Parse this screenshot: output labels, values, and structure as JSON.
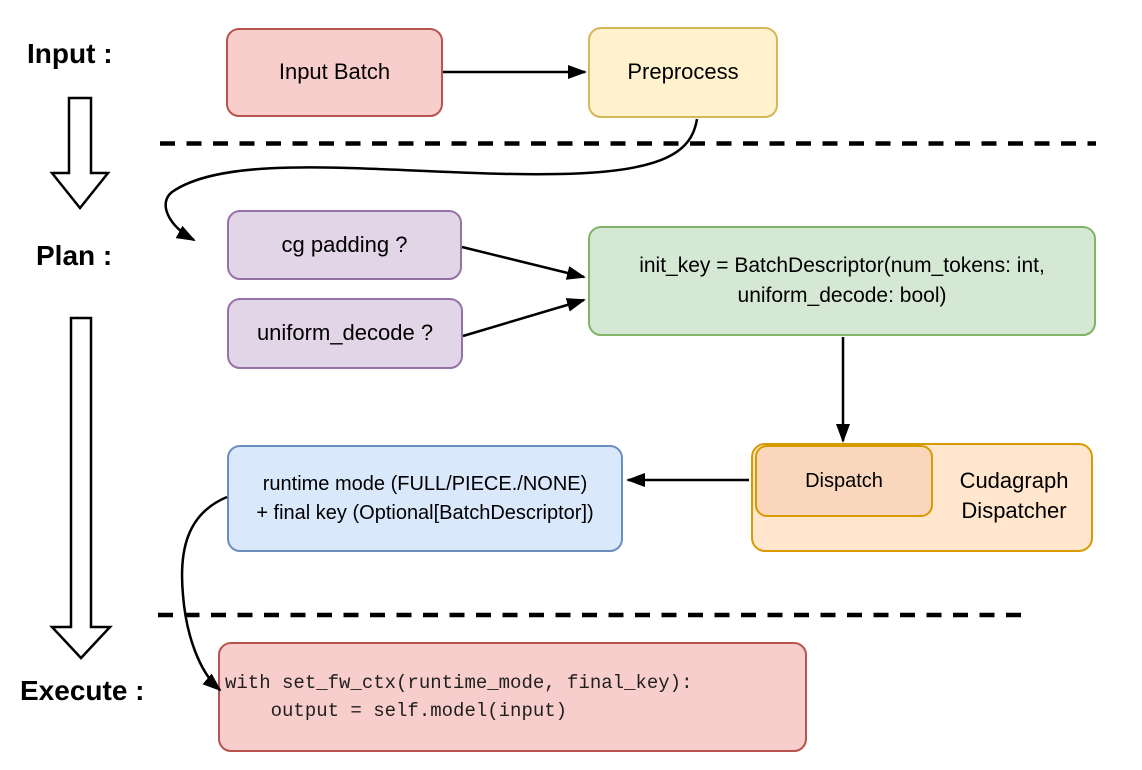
{
  "diagram": {
    "stage_labels": {
      "input": "Input :",
      "plan": "Plan :",
      "execute": "Execute :"
    },
    "nodes": {
      "input_batch": "Input Batch",
      "preprocess": "Preprocess",
      "cg_padding": "cg padding ?",
      "uniform_decode": "uniform_decode ?",
      "init_key_line1": "init_key = BatchDescriptor(num_tokens: int,",
      "init_key_line2": "uniform_decode: bool)",
      "dispatch": "Dispatch",
      "cudagraph_dispatcher": "Cudagraph Dispatcher",
      "runtime_mode_line1": "runtime mode (FULL/PIECE./NONE)",
      "runtime_mode_line2": "+ final key (Optional[BatchDescriptor])",
      "code_line1": "with set_fw_ctx(runtime_mode, final_key):",
      "code_line2": "    output = self.model(input)"
    },
    "colors": {
      "red_fill": "#F8CECC",
      "red_stroke": "#B85450",
      "yellow_fill": "#FFF2CC",
      "yellow_stroke": "#D6B656",
      "purple_fill": "#E1D5E7",
      "purple_stroke": "#9673A6",
      "green_fill": "#D5E8D4",
      "green_stroke": "#82B366",
      "blue_fill": "#DAE8FC",
      "blue_stroke": "#6C8EBF",
      "orange_fill": "#FFE6CC",
      "orange_stroke": "#D79B00",
      "dispatch_fill": "#FAD7BC",
      "dispatch_stroke": "#D79B00",
      "connector": "#000000"
    }
  }
}
